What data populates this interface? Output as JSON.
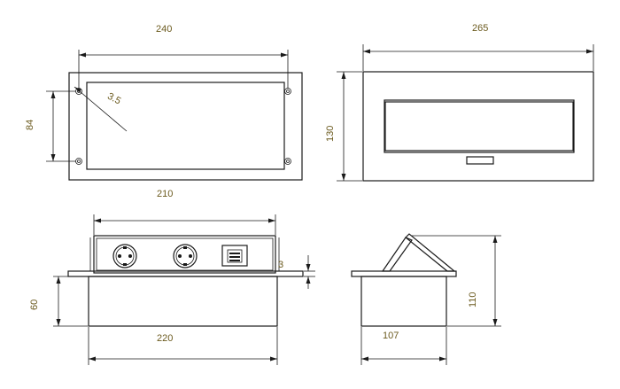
{
  "dimensions": {
    "top_width": "240",
    "hole_diameter": "3.5",
    "top_height": "84",
    "inner_width": "210",
    "front_width": "265",
    "front_height": "130",
    "lid_thickness": "3",
    "body_height": "60",
    "body_width": "220",
    "side_width": "107",
    "side_height": "110"
  }
}
